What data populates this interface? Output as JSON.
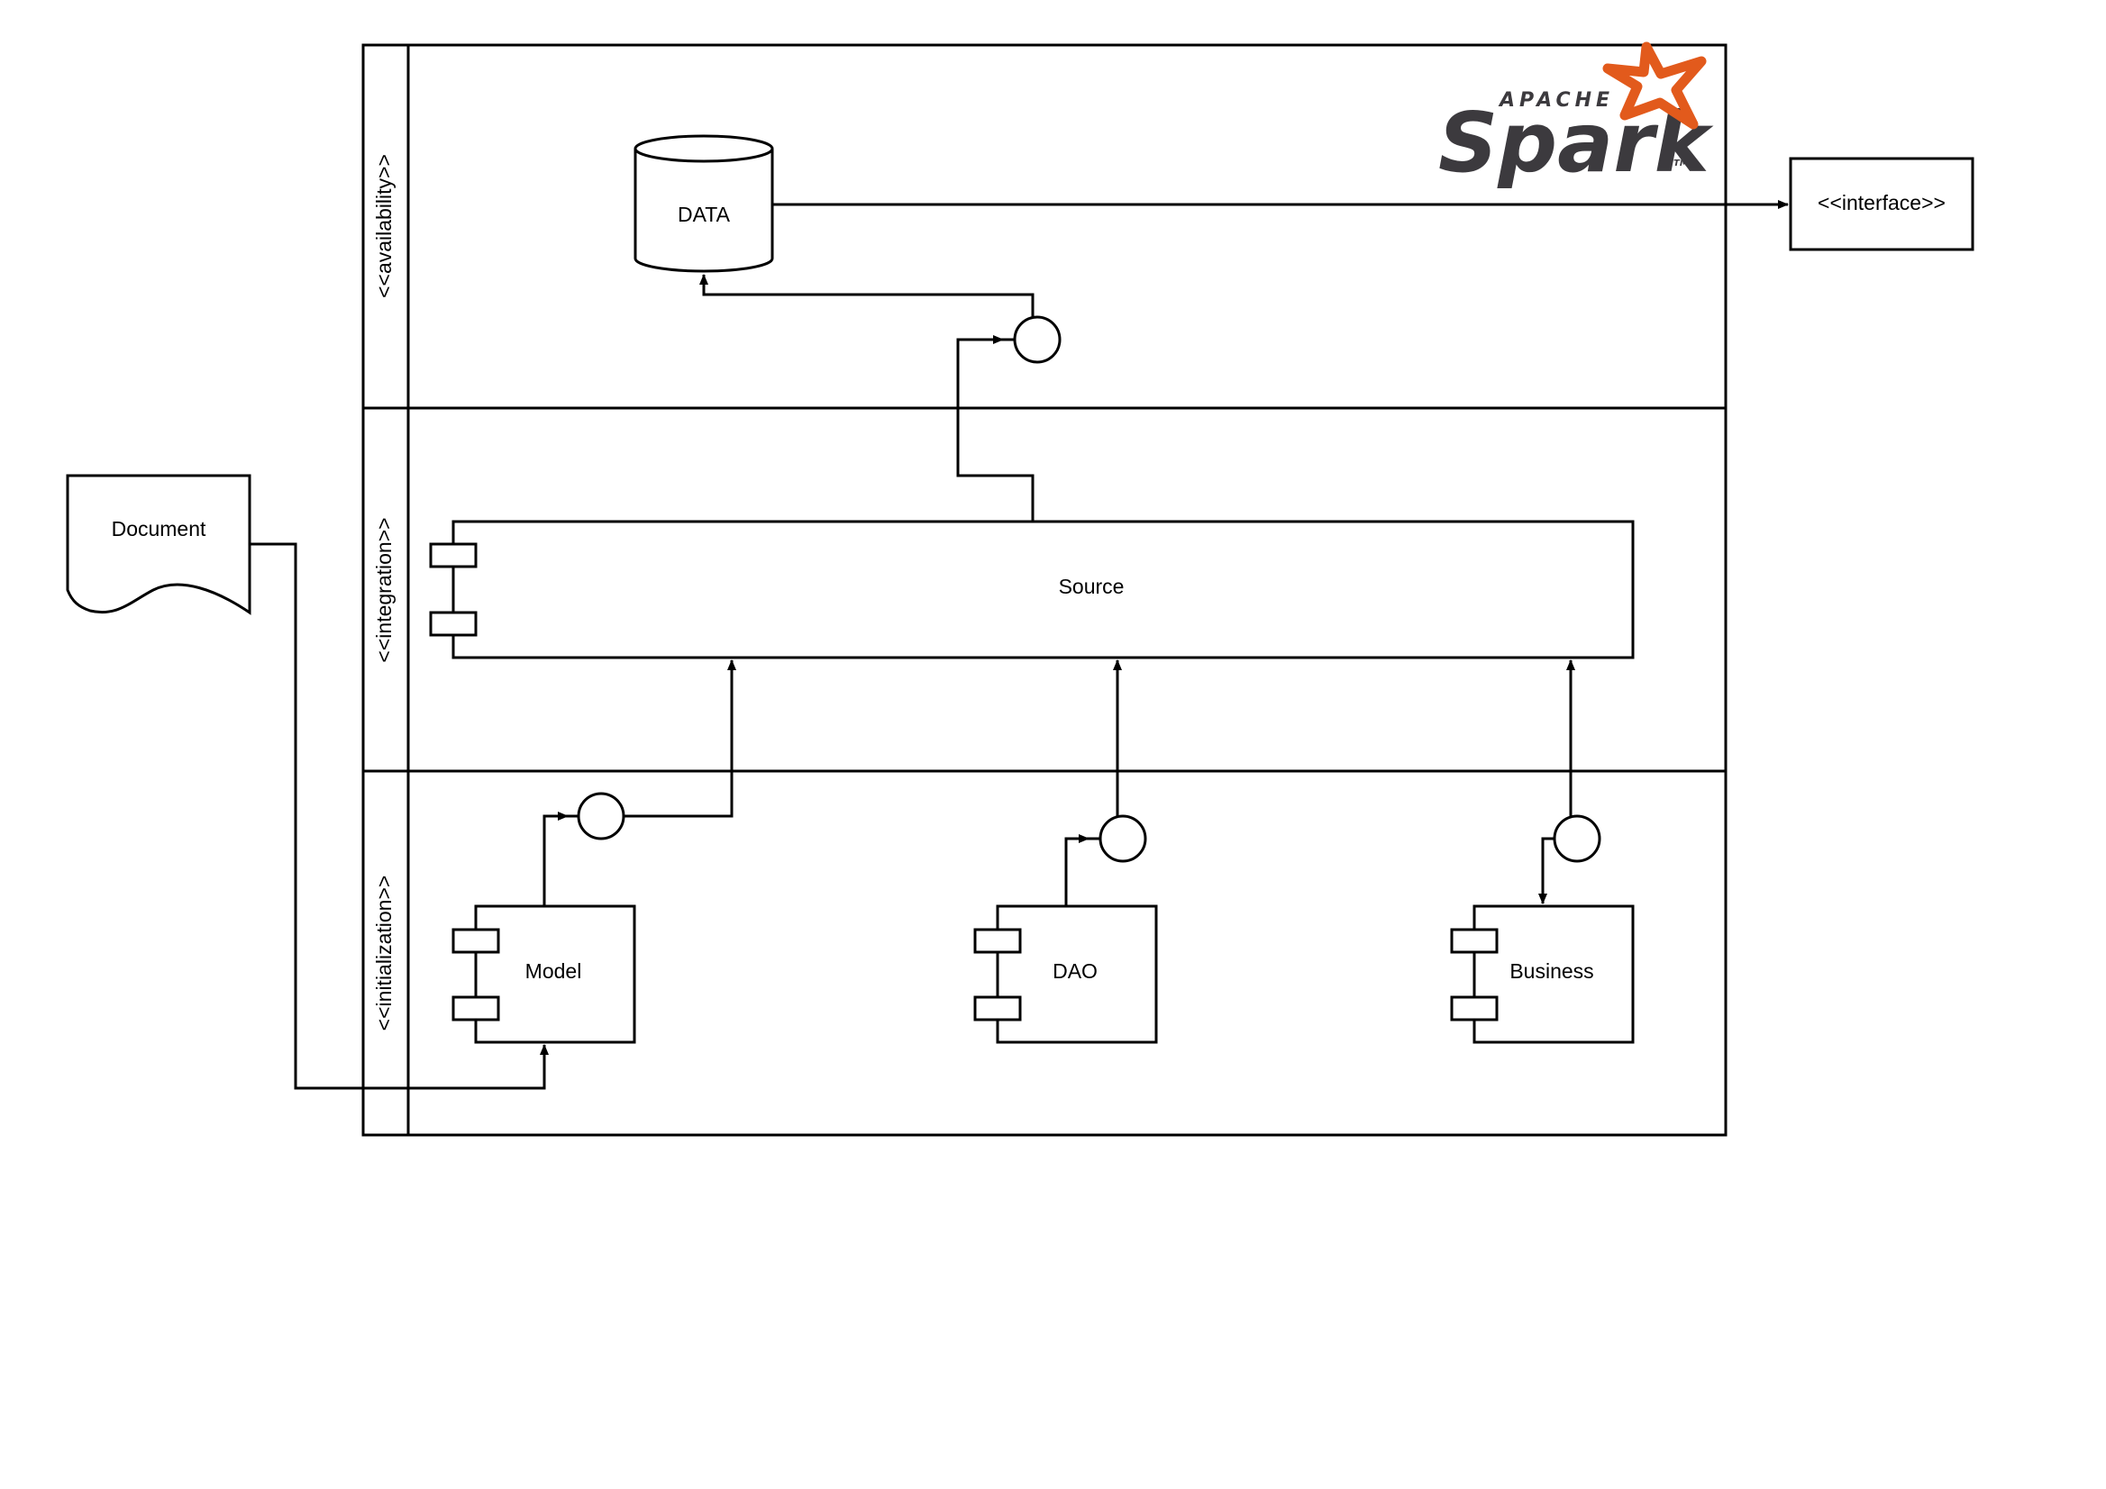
{
  "lanes": [
    {
      "label": "<<availability>>"
    },
    {
      "label": "<<integration>>"
    },
    {
      "label": "<<initialization>>"
    }
  ],
  "nodes": {
    "data": "DATA",
    "interface": "<<interface>>",
    "document": "Document",
    "source": "Source",
    "model": "Model",
    "dao": "DAO",
    "business": "Business"
  },
  "logo": {
    "apache": "APACHE",
    "spark": "Spark",
    "tm": "TM",
    "star_color": "#e25a1c",
    "text_color": "#3c3a3e"
  },
  "colors": {
    "line": "#000000",
    "background": "#ffffff"
  }
}
